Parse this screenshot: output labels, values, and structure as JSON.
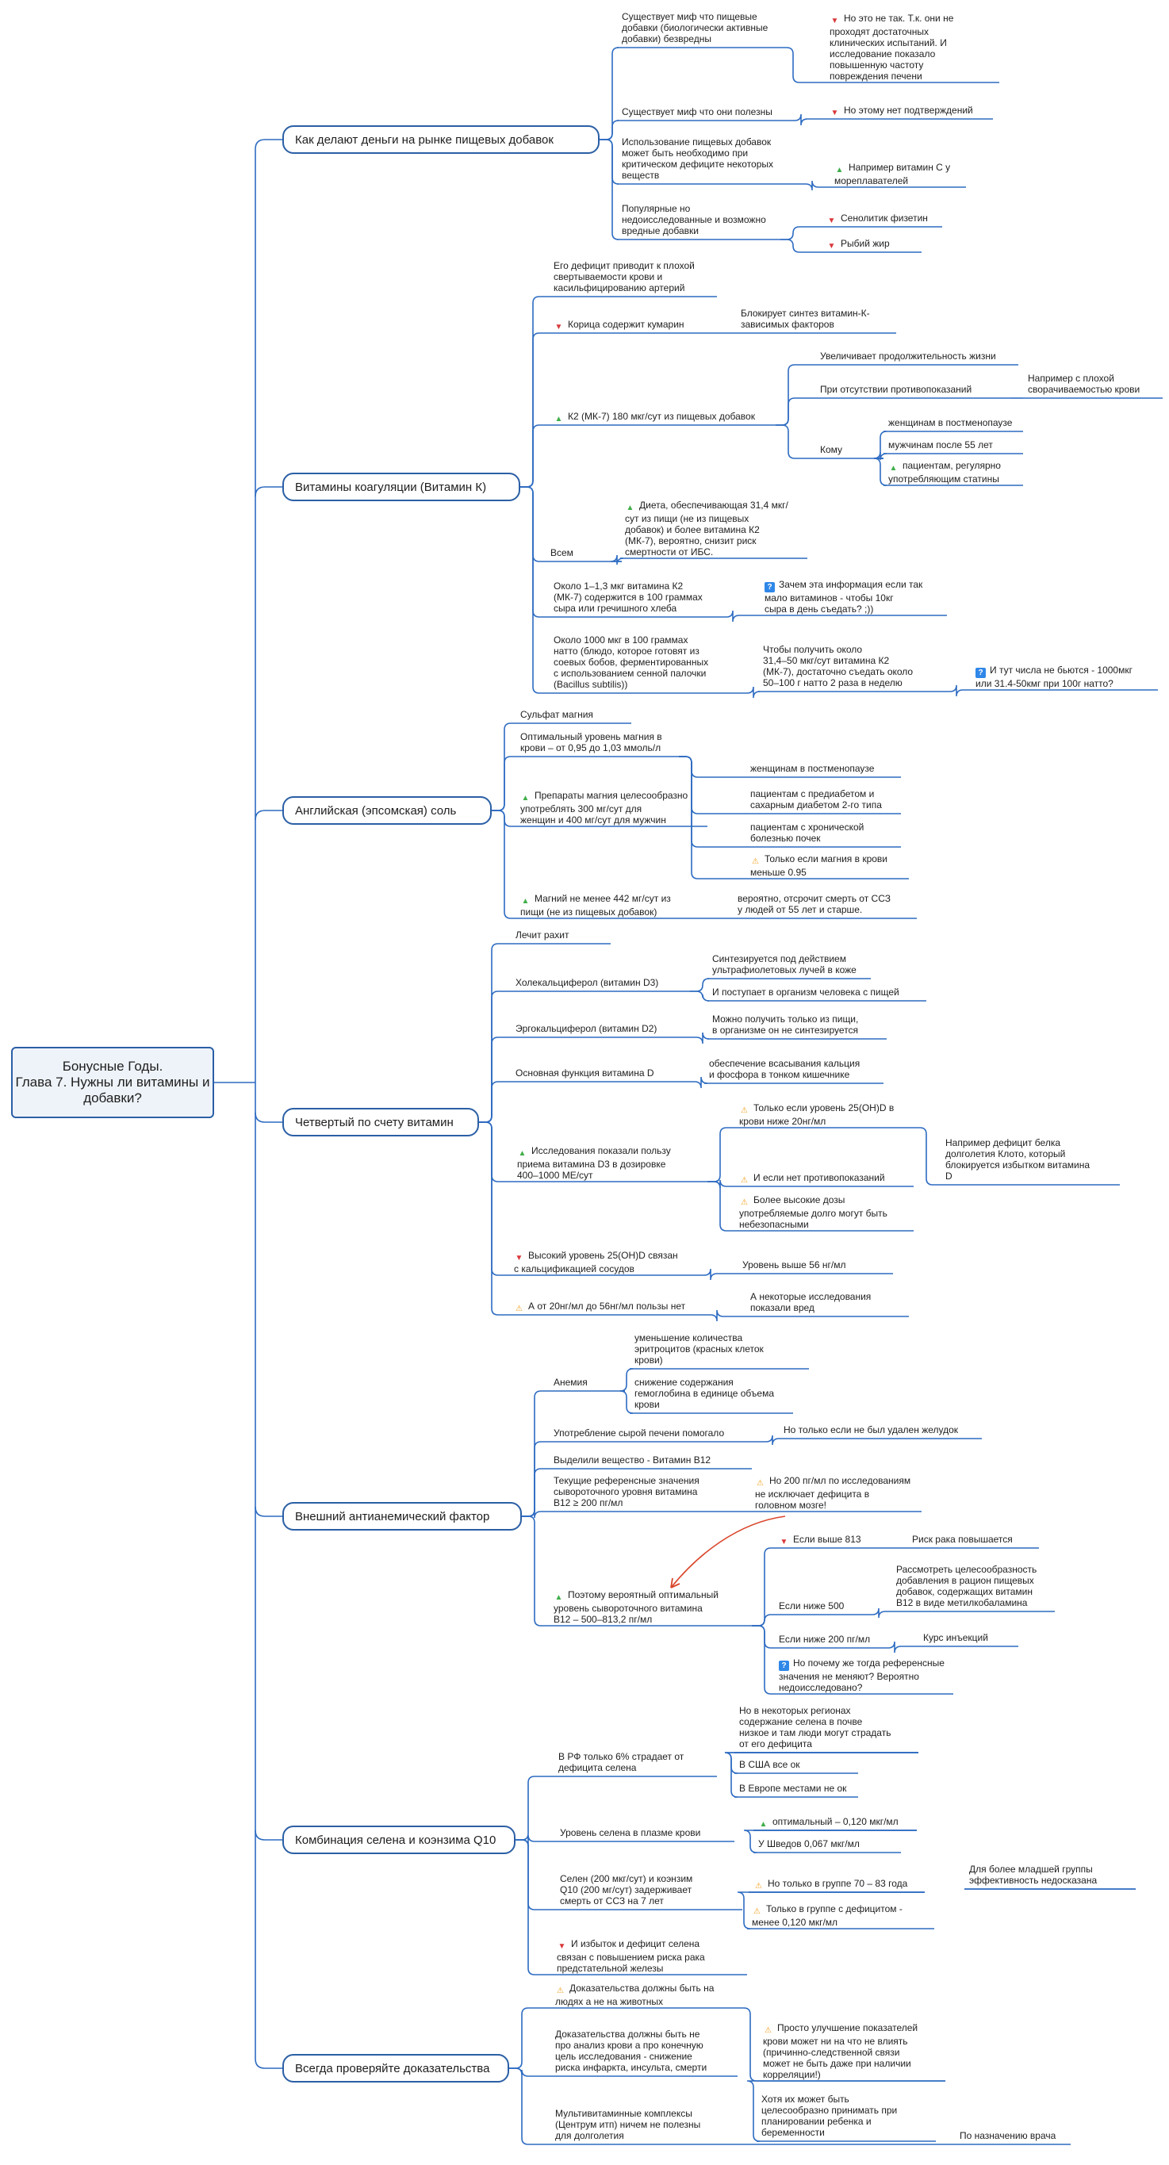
{
  "root": "Бонусные Годы.\nГлава 7. Нужны ли витамины и\nдобавки?",
  "branches": [
    {
      "label": "Как делают деньги на рынке пищевых добавок"
    },
    {
      "label": "Витамины коагуляции (Витамин К)"
    },
    {
      "label": "Английская (эпсомская) соль"
    },
    {
      "label": "Четвертый по счету витамин"
    },
    {
      "label": "Внешний антианемический фактор"
    },
    {
      "label": "Комбинация селена и коэнзима Q10"
    },
    {
      "label": "Всегда проверяйте доказательства"
    }
  ],
  "nodes": [
    {
      "text": "Существует миф что пищевые\nдобавки (биологически активные\nдобавки) безвредны",
      "icon": ""
    },
    {
      "text": "Но это не так. Т.к. они не\nпроходят достаточных\nклинических испытаний. И\nисследование показало\nповышенную частоту\nповреждения печени",
      "icon": "thumbs-down"
    },
    {
      "text": "Существует миф что они полезны",
      "icon": ""
    },
    {
      "text": "Но этому нет подтверждений",
      "icon": "thumbs-down"
    },
    {
      "text": "Использование пищевых добавок\nможет быть необходимо при\nкритическом дефиците некоторых\nвеществ",
      "icon": ""
    },
    {
      "text": "Например витамин С у\nмореплавателей",
      "icon": "thumbs-up"
    },
    {
      "text": "Популярные но\nнедоисследованные и возможно\nвредные добавки",
      "icon": ""
    },
    {
      "text": "Сенолитик физетин",
      "icon": "thumbs-down"
    },
    {
      "text": "Рыбий жир",
      "icon": "thumbs-down"
    },
    {
      "text": "Его дефицит приводит к плохой\nсвертываемости крови и\nкасильфицированию артерий",
      "icon": ""
    },
    {
      "text": "Корица содержит кумарин",
      "icon": "thumbs-down"
    },
    {
      "text": "Блокирует синтез витамин-К-\nзависимых факторов",
      "icon": ""
    },
    {
      "text": "К2 (МК-7) 180 мкг/сут из пищевых добавок",
      "icon": "thumbs-up"
    },
    {
      "text": "Увеличивает продолжительность жизни",
      "icon": ""
    },
    {
      "text": "При отсутствии противопоказаний",
      "icon": ""
    },
    {
      "text": "Например с плохой\nсворачиваемостью крови",
      "icon": ""
    },
    {
      "text": "Кому",
      "icon": ""
    },
    {
      "text": "женщинам в постменопаузе",
      "icon": ""
    },
    {
      "text": "мужчинам после 55 лет",
      "icon": ""
    },
    {
      "text": "пациентам, регулярно\nупотребляющим статины",
      "icon": "thumbs-up"
    },
    {
      "text": "Всем",
      "icon": ""
    },
    {
      "text": "Диета, обеспечивающая  31,4 мкг/\nсут из пищи (не из пищевых\nдобавок) и более витамина К2\n(МК-7), вероятно, снизит риск\nсмертности от ИБС.",
      "icon": "thumbs-up"
    },
    {
      "text": "Около 1–1,3 мкг витамина К2\n(МК-7) содержится в 100 граммах\nсыра или гречишного хлеба",
      "icon": ""
    },
    {
      "text": "Зачем эта информация если так\nмало витаминов - чтобы 10кг\nсыра в день съедать? ;))",
      "icon": "question"
    },
    {
      "text": "Около 1000 мкг в 100 граммах\nнатто (блюдо, которое готовят из\nсоевых бобов, ферментированных\nс использованием сенной палочки\n(Bacillus subtilis))",
      "icon": ""
    },
    {
      "text": "Чтобы получить около\n31,4–50 мкг/сут витамина К2\n(МК-7), достаточно съедать около\n50–100 г натто 2 раза в неделю",
      "icon": ""
    },
    {
      "text": "И тут числа не бьются - 1000мкг\nили 31.4-50кмг при 100г натто?",
      "icon": "question"
    },
    {
      "text": "Сульфат магния",
      "icon": ""
    },
    {
      "text": "Оптимальный уровень магния в\nкрови – от 0,95 до 1,03 ммоль/л",
      "icon": ""
    },
    {
      "text": "Препараты магния целесообразно\nупотреблять 300 мг/сут для\nженщин и 400 мг/сут для мужчин",
      "icon": "thumbs-up"
    },
    {
      "text": "женщинам в постменопаузе",
      "icon": ""
    },
    {
      "text": "пациентам с предиабетом и\nсахарным диабетом 2-го типа",
      "icon": ""
    },
    {
      "text": "пациентам с хронической\nболезнью почек",
      "icon": ""
    },
    {
      "text": "Только если магния в крови\nменьше 0.95",
      "icon": "warning"
    },
    {
      "text": "Магний не менее 442 мг/сут из\nпищи (не из пищевых добавок)",
      "icon": "thumbs-up"
    },
    {
      "text": "вероятно, отсрочит смерть от ССЗ\nу людей от 55 лет и старше.",
      "icon": ""
    },
    {
      "text": "Лечит рахит",
      "icon": ""
    },
    {
      "text": "Холекальциферол (витамин D3)",
      "icon": ""
    },
    {
      "text": "Синтезируется под действием\nультрафиолетовых лучей в коже",
      "icon": ""
    },
    {
      "text": "И поступает в организм человека с пищей",
      "icon": ""
    },
    {
      "text": "Эргокальциферол (витамин D2)",
      "icon": ""
    },
    {
      "text": "Можно получить только из пищи,\nв организме он не синтезируется",
      "icon": ""
    },
    {
      "text": "Основная функция витамина D",
      "icon": ""
    },
    {
      "text": "обеспечение всасывания кальция\nи фосфора в тонком кишечнике",
      "icon": ""
    },
    {
      "text": "Исследования показали пользу\nприема витамина D3 в дозировке\n400–1000 МЕ/сут",
      "icon": "thumbs-up"
    },
    {
      "text": "Только если уровень 25(OH)D в\nкрови ниже 20нг/мл",
      "icon": "warning"
    },
    {
      "text": "Например дефицит белка\nдолголетия Клото, который\nблокируется избытком витамина\nD",
      "icon": ""
    },
    {
      "text": "И если нет противопоказаний",
      "icon": "warning"
    },
    {
      "text": "Более высокие дозы\nупотребляемые долго могут быть\nнебезопасными",
      "icon": "warning"
    },
    {
      "text": "Высокий уровень 25(OH)D связан\nс кальцификацией сосудов",
      "icon": "thumbs-down"
    },
    {
      "text": "Уровень выше 56 нг/мл",
      "icon": ""
    },
    {
      "text": "А от 20нг/мл до 56нг/мл пользы нет",
      "icon": "warning"
    },
    {
      "text": "А некоторые исследования\nпоказали вред",
      "icon": ""
    },
    {
      "text": "Анемия",
      "icon": ""
    },
    {
      "text": "уменьшение количества\nэритроцитов (красных клеток\nкрови)",
      "icon": ""
    },
    {
      "text": "снижение содержания\nгемоглобина в единице объема\nкрови",
      "icon": ""
    },
    {
      "text": "Употребление сырой печени помогало",
      "icon": ""
    },
    {
      "text": "Но только если не был удален желудок",
      "icon": ""
    },
    {
      "text": "Выделили вещество - Витамин В12",
      "icon": ""
    },
    {
      "text": "Текущие референсные значения\nсывороточного уровня витамина\nВ12 ≥ 200 пг/мл",
      "icon": ""
    },
    {
      "text": "Но 200 пг/мл по исследованиям\nне исключает дефицита в\nголовном мозге!",
      "icon": "warning"
    },
    {
      "text": "Поэтому вероятный оптимальный\nуровень сывороточного витамина\nВ12 – 500–813,2 пг/мл",
      "icon": "thumbs-up"
    },
    {
      "text": "Если выше 813",
      "icon": "thumbs-down"
    },
    {
      "text": "Риск рака повышается",
      "icon": ""
    },
    {
      "text": "Если ниже 500",
      "icon": ""
    },
    {
      "text": "Рассмотреть целесообразность\nдобавления в рацион пищевых\nдобавок, содержащих витамин\nВ12 в виде метилкобаламина",
      "icon": ""
    },
    {
      "text": "Если ниже 200 пг/мл",
      "icon": ""
    },
    {
      "text": "Курс инъекций",
      "icon": ""
    },
    {
      "text": "Но почему же тогда референсные\nзначения не меняют? Вероятно\nнедоисследовано?",
      "icon": "question"
    },
    {
      "text": "В РФ только 6% страдает от\nдефицита селена",
      "icon": ""
    },
    {
      "text": "Но в некоторых регионах\nсодержание селена в почве\nнизкое и там люди могут страдать\nот его дефицита",
      "icon": ""
    },
    {
      "text": "В США все ок",
      "icon": ""
    },
    {
      "text": "В Европе местами не ок",
      "icon": ""
    },
    {
      "text": "Уровень селена в плазме крови",
      "icon": ""
    },
    {
      "text": "оптимальный – 0,120 мкг/мл",
      "icon": "thumbs-up"
    },
    {
      "text": "У Шведов 0,067 мкг/мл",
      "icon": ""
    },
    {
      "text": "Селен (200 мкг/сут) и коэнзим\nQ10 (200 мг/сут) задерживает\nсмерть от ССЗ на 7 лет",
      "icon": ""
    },
    {
      "text": "Но только в группе 70 – 83 года",
      "icon": "warning"
    },
    {
      "text": "Для более младшей группы\nэффективность недосказана",
      "icon": ""
    },
    {
      "text": "Только в группе с дефицитом -\nменее 0,120 мкг/мл",
      "icon": "warning"
    },
    {
      "text": "И избыток и дефицит селена\nсвязан с повышением риска рака\nпредстательной железы",
      "icon": "thumbs-down"
    },
    {
      "text": "Доказательства должны быть на\nлюдях а не на животных",
      "icon": "warning"
    },
    {
      "text": "Доказательства должны быть не\nпро анализ крови а про конечную\nцель исследования - снижение\nриска инфаркта, инсульта, смерти",
      "icon": ""
    },
    {
      "text": "Просто улучшение показателей\nкрови может ни на что не влиять\n(причинно-следственной связи\nможет не быть даже при наличии\nкорреляции!)",
      "icon": "warning"
    },
    {
      "text": "Мультивитаминные комплексы\n(Центрум итп) ничем не полезны\nдля долголетия",
      "icon": ""
    },
    {
      "text": "Хотя их может быть\nцелесообразно принимать при\nпланировании ребенка и\nбеременности",
      "icon": ""
    },
    {
      "text": "По назначению врача",
      "icon": ""
    }
  ]
}
